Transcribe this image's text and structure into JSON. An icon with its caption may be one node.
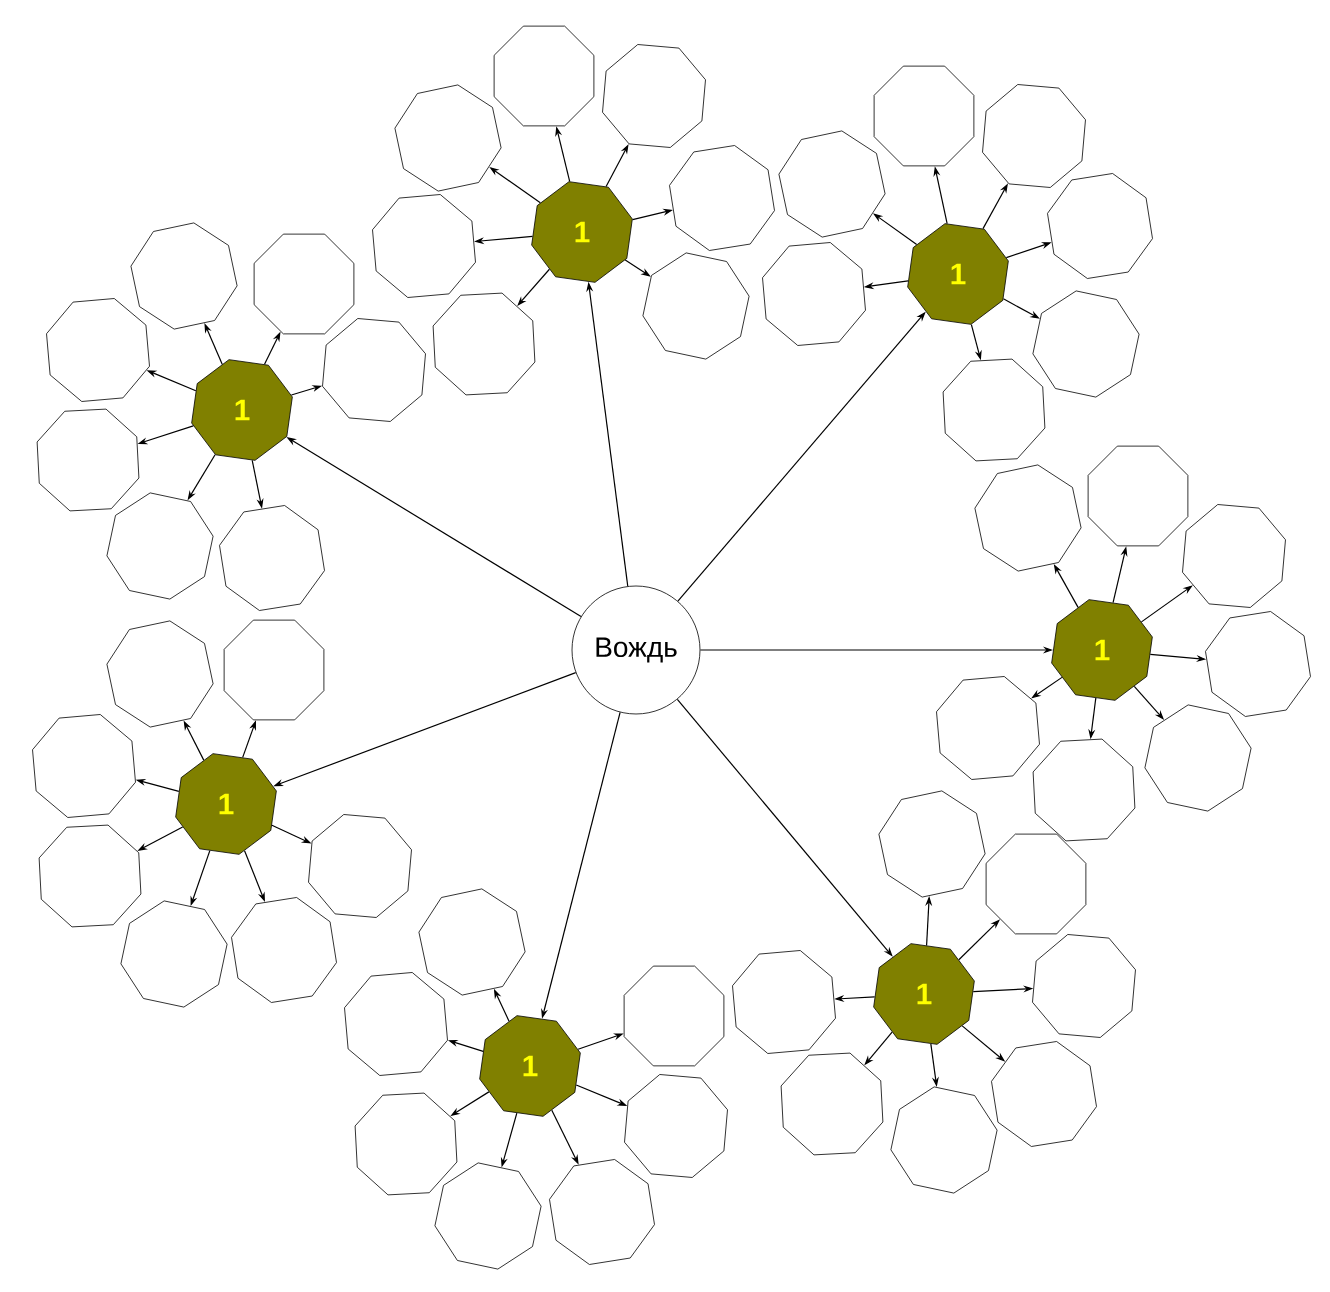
{
  "diagram": {
    "nodes": [
      {
        "text": [
          "Вождь"
        ]
      },
      {
        "text": [
          "1"
        ]
      },
      {
        "text": [],
        "shape": "octagon"
      },
      {
        "text": [],
        "shape": "octagon"
      },
      {
        "text": [],
        "shape": "octagon"
      },
      {
        "text": [],
        "shape": "octagon"
      },
      {
        "text": [],
        "shape": "octagon"
      },
      {
        "text": [],
        "shape": "octagon"
      },
      {
        "text": [],
        "shape": "octagon"
      },
      {
        "text": [
          "1"
        ]
      },
      {
        "text": [],
        "shape": "octagon"
      },
      {
        "text": [],
        "shape": "octagon"
      },
      {
        "text": [],
        "shape": "octagon"
      },
      {
        "text": [],
        "shape": "octagon"
      },
      {
        "text": [],
        "shape": "octagon"
      },
      {
        "text": [],
        "shape": "octagon"
      },
      {
        "text": [],
        "shape": "octagon"
      },
      {
        "text": [
          "1"
        ]
      },
      {
        "text": [],
        "shape": "octagon"
      },
      {
        "text": [],
        "shape": "octagon"
      },
      {
        "text": [],
        "shape": "octagon"
      },
      {
        "text": [],
        "shape": "octagon"
      },
      {
        "text": [],
        "shape": "octagon"
      },
      {
        "text": [],
        "shape": "octagon"
      },
      {
        "text": [],
        "shape": "octagon"
      },
      {
        "text": [
          "1"
        ]
      },
      {
        "text": [],
        "shape": "octagon"
      },
      {
        "text": [],
        "shape": "octagon"
      },
      {
        "text": [],
        "shape": "octagon"
      },
      {
        "text": [],
        "shape": "octagon"
      },
      {
        "text": [],
        "shape": "octagon"
      },
      {
        "text": [],
        "shape": "octagon"
      },
      {
        "text": [],
        "shape": "octagon"
      },
      {
        "text": [
          "1"
        ]
      },
      {
        "text": [],
        "shape": "octagon"
      },
      {
        "text": [],
        "shape": "octagon"
      },
      {
        "text": [],
        "shape": "octagon"
      },
      {
        "text": [],
        "shape": "octagon"
      },
      {
        "text": [],
        "shape": "octagon"
      },
      {
        "text": [],
        "shape": "octagon"
      },
      {
        "text": [],
        "shape": "octagon"
      },
      {
        "text": [
          "1"
        ]
      },
      {
        "text": [],
        "shape": "octagon"
      },
      {
        "text": [],
        "shape": "octagon"
      },
      {
        "text": [],
        "shape": "octagon"
      },
      {
        "text": [],
        "shape": "octagon"
      },
      {
        "text": [],
        "shape": "octagon"
      },
      {
        "text": [],
        "shape": "octagon"
      },
      {
        "text": [],
        "shape": "octagon"
      },
      {
        "text": [
          "1"
        ]
      },
      {
        "text": [],
        "shape": "octagon"
      },
      {
        "text": [],
        "shape": "octagon"
      },
      {
        "text": [],
        "shape": "octagon"
      },
      {
        "text": [],
        "shape": "octagon"
      },
      {
        "text": [],
        "shape": "octagon"
      },
      {
        "text": [],
        "shape": "octagon"
      },
      {
        "text": [],
        "shape": "octagon"
      }
    ],
    "edges": [
      {
        "from": 0,
        "to": 1,
        "arrow": "to"
      },
      {
        "from": 0,
        "to": 9,
        "arrow": "to"
      },
      {
        "from": 0,
        "to": 17,
        "arrow": "to"
      },
      {
        "from": 0,
        "to": 25,
        "arrow": "to"
      },
      {
        "from": 0,
        "to": 33,
        "arrow": "to"
      },
      {
        "from": 0,
        "to": 41,
        "arrow": "to"
      },
      {
        "from": 0,
        "to": 49,
        "arrow": "to"
      },
      {
        "from": 1,
        "to": 2,
        "arrow": "to"
      },
      {
        "from": 1,
        "to": 3,
        "arrow": "to"
      },
      {
        "from": 1,
        "to": 4,
        "arrow": "to"
      },
      {
        "from": 1,
        "to": 5,
        "arrow": "to"
      },
      {
        "from": 1,
        "to": 6,
        "arrow": "to"
      },
      {
        "from": 1,
        "to": 7,
        "arrow": "to"
      },
      {
        "from": 1,
        "to": 8,
        "arrow": "to"
      },
      {
        "from": 9,
        "to": 10,
        "arrow": "to"
      },
      {
        "from": 9,
        "to": 11,
        "arrow": "to"
      },
      {
        "from": 9,
        "to": 12,
        "arrow": "to"
      },
      {
        "from": 9,
        "to": 13,
        "arrow": "to"
      },
      {
        "from": 9,
        "to": 14,
        "arrow": "to"
      },
      {
        "from": 9,
        "to": 15,
        "arrow": "to"
      },
      {
        "from": 9,
        "to": 16,
        "arrow": "to"
      },
      {
        "from": 17,
        "to": 18,
        "arrow": "to"
      },
      {
        "from": 17,
        "to": 19,
        "arrow": "to"
      },
      {
        "from": 17,
        "to": 20,
        "arrow": "to"
      },
      {
        "from": 17,
        "to": 21,
        "arrow": "to"
      },
      {
        "from": 17,
        "to": 22,
        "arrow": "to"
      },
      {
        "from": 17,
        "to": 23,
        "arrow": "to"
      },
      {
        "from": 17,
        "to": 24,
        "arrow": "to"
      },
      {
        "from": 25,
        "to": 26,
        "arrow": "to"
      },
      {
        "from": 25,
        "to": 27,
        "arrow": "to"
      },
      {
        "from": 25,
        "to": 28,
        "arrow": "to"
      },
      {
        "from": 25,
        "to": 29,
        "arrow": "to"
      },
      {
        "from": 25,
        "to": 30,
        "arrow": "to"
      },
      {
        "from": 25,
        "to": 31,
        "arrow": "to"
      },
      {
        "from": 25,
        "to": 32,
        "arrow": "to"
      },
      {
        "from": 33,
        "to": 34,
        "arrow": "to"
      },
      {
        "from": 33,
        "to": 35,
        "arrow": "to"
      },
      {
        "from": 33,
        "to": 36,
        "arrow": "to"
      },
      {
        "from": 33,
        "to": 37,
        "arrow": "to"
      },
      {
        "from": 33,
        "to": 38,
        "arrow": "to"
      },
      {
        "from": 33,
        "to": 39,
        "arrow": "to"
      },
      {
        "from": 33,
        "to": 40,
        "arrow": "to"
      },
      {
        "from": 41,
        "to": 42,
        "arrow": "to"
      },
      {
        "from": 41,
        "to": 43,
        "arrow": "to"
      },
      {
        "from": 41,
        "to": 44,
        "arrow": "to"
      },
      {
        "from": 41,
        "to": 45,
        "arrow": "to"
      },
      {
        "from": 41,
        "to": 46,
        "arrow": "to"
      },
      {
        "from": 41,
        "to": 47,
        "arrow": "to"
      },
      {
        "from": 41,
        "to": 48,
        "arrow": "to"
      },
      {
        "from": 49,
        "to": 50,
        "arrow": "to"
      },
      {
        "from": 49,
        "to": 51,
        "arrow": "to"
      },
      {
        "from": 49,
        "to": 52,
        "arrow": "to"
      },
      {
        "from": 49,
        "to": 53,
        "arrow": "to"
      },
      {
        "from": 49,
        "to": 54,
        "arrow": "to"
      },
      {
        "from": 49,
        "to": 55,
        "arrow": "to"
      },
      {
        "from": 49,
        "to": 56,
        "arrow": "to"
      }
    ]
  }
}
